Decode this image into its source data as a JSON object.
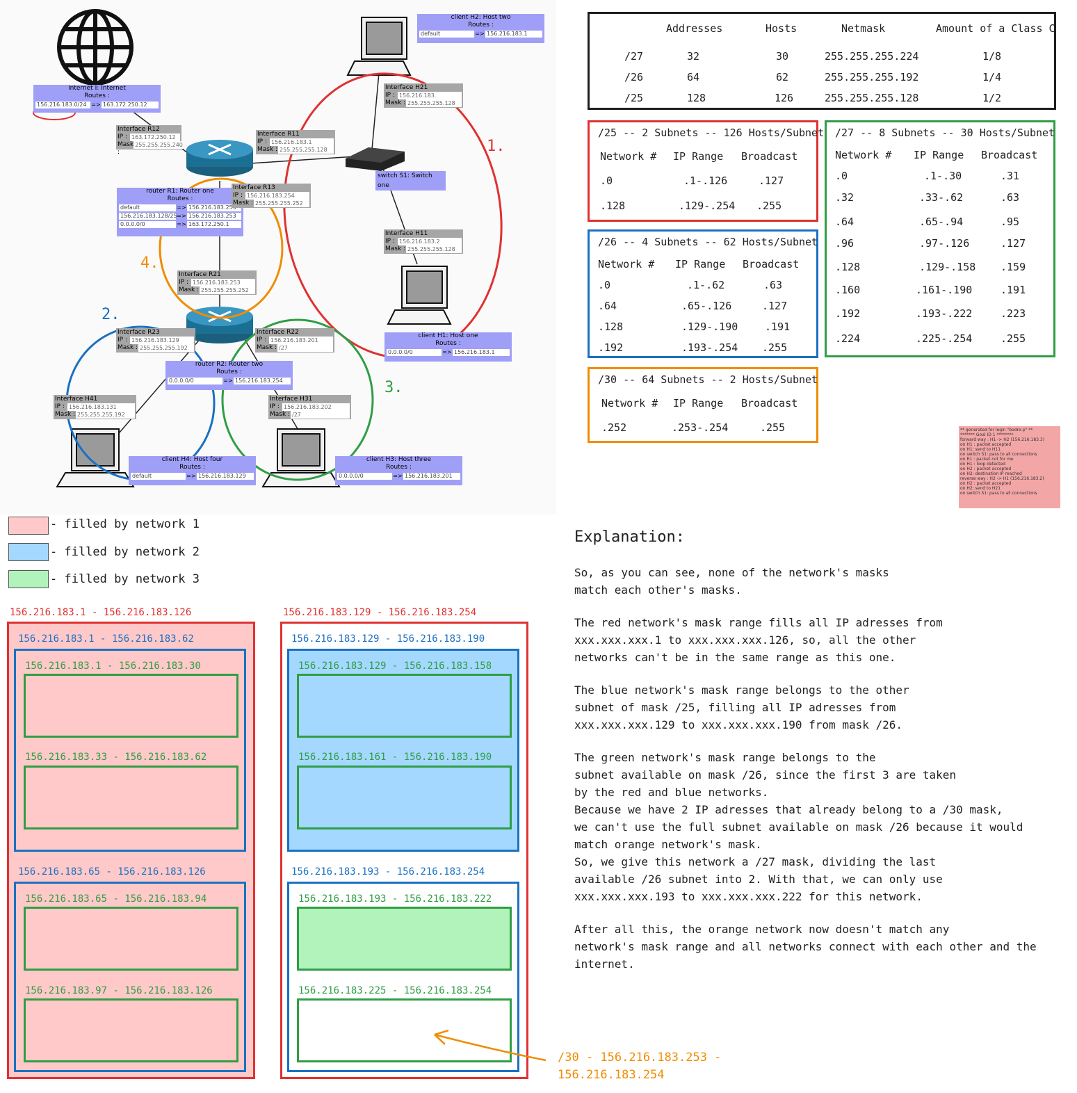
{
  "diagram": {
    "internet": {
      "title": "internet I: Internet",
      "routes_label": "Routes :",
      "route_dest": "156.216.183.0/24",
      "route_via": "163.172.250.12"
    },
    "h2": {
      "title": "client H2: Host two",
      "routes_label": "Routes :",
      "route_dest": "default",
      "route_via": "156.216.183.1"
    },
    "h1": {
      "title": "client H1: Host one",
      "routes_label": "Routes :",
      "route_dest": "0.0.0.0/0",
      "route_via": "156.216.183.1"
    },
    "h4": {
      "title": "client H4: Host four",
      "routes_label": "Routes :",
      "route_dest": "default",
      "route_via": "156.216.183.129"
    },
    "h3": {
      "title": "client H3: Host three",
      "routes_label": "Routes :",
      "route_dest": "0.0.0.0/0",
      "route_via": "156.216.183.201"
    },
    "r1": {
      "title": "router R1: Router one",
      "routes_label": "Routes :",
      "routes": [
        {
          "dest": "default",
          "via": "156.216.183.253"
        },
        {
          "dest": "156.216.183.128/25",
          "via": "156.216.183.253"
        },
        {
          "dest": "0.0.0.0/0",
          "via": "163.172.250.1"
        }
      ]
    },
    "r2": {
      "title": "router R2: Router two",
      "routes_label": "Routes :",
      "route_dest": "0.0.0.0/0",
      "route_via": "156.216.183.254"
    },
    "switch": "switch S1: Switch one",
    "ifaces": {
      "r12": {
        "name": "Interface R12",
        "ip": "163.172.250.12",
        "mask": "255.255.255.240"
      },
      "r11": {
        "name": "Interface R11",
        "ip": "156.216.183.1",
        "mask": "255.255.255.128"
      },
      "r13": {
        "name": "Interface R13",
        "ip": "156.216.183.254",
        "mask": "255.255.255.252"
      },
      "h21": {
        "name": "Interface H21",
        "ip": "156.216.183.",
        "mask": "255.255.255.128"
      },
      "h11": {
        "name": "Interface H11",
        "ip": "156.216.183.2",
        "mask": "255.255.255.128"
      },
      "r21": {
        "name": "Interface R21",
        "ip": "156.216.183.253",
        "mask": "255.255.255.252"
      },
      "r23": {
        "name": "Interface R23",
        "ip": "156.216.183.129",
        "mask": "255.255.255.192"
      },
      "r22": {
        "name": "Interface R22",
        "ip": "156.216.183.201",
        "mask": "/27"
      },
      "h41": {
        "name": "Interface H41",
        "ip": "156.216.183.131",
        "mask": "255.255.255.192"
      },
      "h31": {
        "name": "Interface H31",
        "ip": "156.216.183.202",
        "mask": "/27"
      }
    },
    "ip_label": "IP :",
    "mask_label": "Mask :",
    "circle_labels": [
      "1.",
      "2.",
      "3.",
      "4."
    ]
  },
  "mask_table": {
    "headers": [
      "Addresses",
      "Hosts",
      "Netmask",
      "Amount of a Class C"
    ],
    "rows": [
      [
        "/27",
        "32",
        "30",
        "255.255.255.224",
        "1/8"
      ],
      [
        "/26",
        "64",
        "62",
        "255.255.255.192",
        "1/4"
      ],
      [
        "/25",
        "128",
        "126",
        "255.255.255.128",
        "1/2"
      ]
    ]
  },
  "subnet_tables": {
    "t25": {
      "title": "/25 -- 2 Subnets -- 126 Hosts/Subnet",
      "cols": [
        "Network #",
        "IP Range",
        "Broadcast"
      ],
      "rows": [
        [
          ".0",
          ".1-.126",
          ".127"
        ],
        [
          ".128",
          ".129-.254",
          ".255"
        ]
      ]
    },
    "t26": {
      "title": "/26 -- 4 Subnets -- 62 Hosts/Subnet",
      "cols": [
        "Network #",
        "IP Range",
        "Broadcast"
      ],
      "rows": [
        [
          ".0",
          ".1-.62",
          ".63"
        ],
        [
          ".64",
          ".65-.126",
          ".127"
        ],
        [
          ".128",
          ".129-.190",
          ".191"
        ],
        [
          ".192",
          ".193-.254",
          ".255"
        ]
      ]
    },
    "t30": {
      "title": "/30 -- 64 Subnets -- 2 Hosts/Subnet",
      "cols": [
        "Network #",
        "IP Range",
        "Broadcast"
      ],
      "rows": [
        [
          ".252",
          ".253-.254",
          ".255"
        ]
      ]
    },
    "t27": {
      "title": "/27 -- 8 Subnets -- 30 Hosts/Subnet",
      "cols": [
        "Network #",
        "IP Range",
        "Broadcast"
      ],
      "rows": [
        [
          ".0",
          ".1-.30",
          ".31"
        ],
        [
          ".32",
          ".33-.62",
          ".63"
        ],
        [
          ".64",
          ".65-.94",
          ".95"
        ],
        [
          ".96",
          ".97-.126",
          ".127"
        ],
        [
          ".128",
          ".129-.158",
          ".159"
        ],
        [
          ".160",
          ".161-.190",
          ".191"
        ],
        [
          ".192",
          ".193-.222",
          ".223"
        ],
        [
          ".224",
          ".225-.254",
          ".255"
        ]
      ]
    }
  },
  "log": {
    "lines": [
      "** generated for login \"bodre-p\" **",
      "******* Goal ID 1 ********",
      "forward way : H1 -> H2 (156.216.183.3)",
      "on H1 : packet accepted",
      "on H1: send to H11",
      "on switch S1: pass to all connections",
      "on R1 : packet not for me",
      "on H1 : loop detected",
      "on H2 : packet accepted",
      "on H2: destination IP reached",
      "reverse way : H2 -> H1 (156.216.183.2)",
      "on H2 : packet accepted",
      "on H2: send to H21",
      "on switch S1: pass to all connections"
    ]
  },
  "legend": [
    {
      "color": "#ffc9c9",
      "text": "- filled by network 1"
    },
    {
      "color": "#a5d8ff",
      "text": "- filled by network 2"
    },
    {
      "color": "#b2f2bb",
      "text": "- filled by network 3"
    }
  ],
  "colors": {
    "red": "#e03131",
    "blue": "#1971c2",
    "green": "#2f9e44",
    "orange": "#f08c00",
    "black": "#1e1e1e"
  },
  "layout_labels": {
    "left_outer": "156.216.183.1 - 156.216.183.126",
    "left_blue1": "156.216.183.1 - 156.216.183.62",
    "left_g1": "156.216.183.1 - 156.216.183.30",
    "left_g2": "156.216.183.33 - 156.216.183.62",
    "left_blue2": "156.216.183.65 - 156.216.183.126",
    "left_g3": "156.216.183.65 - 156.216.183.94",
    "left_g4": "156.216.183.97 - 156.216.183.126",
    "right_outer": "156.216.183.129 - 156.216.183.254",
    "right_blue1": "156.216.183.129 - 156.216.183.190",
    "right_g1": "156.216.183.129 - 156.216.183.158",
    "right_g2": "156.216.183.161 - 156.216.183.190",
    "right_blue2": "156.216.183.193 - 156.216.183.254",
    "right_g3": "156.216.183.193 - 156.216.183.222",
    "right_g4": "156.216.183.225 - 156.216.183.254",
    "arrow_note": "/30 - 156.216.183.253 -\n156.216.183.254"
  },
  "explanation": {
    "title": "Explanation:",
    "paragraphs": [
      "So, as you can see, none of the network's masks\nmatch each other's masks.",
      "The red network's mask range fills all IP adresses from\nxxx.xxx.xxx.1 to xxx.xxx.xxx.126, so, all the other\nnetworks can't be in the same range as this one.",
      "The blue network's mask range belongs to the other\nsubnet of mask /25, filling all IP adresses from\nxxx.xxx.xxx.129 to xxx.xxx.xxx.190 from mask /26.",
      "The green network's mask range belongs to the\nsubnet available on mask /26, since the first 3 are taken\nby the red and blue networks.\nBecause we have 2 IP adresses that already belong to a /30 mask,\nwe can't use the full subnet available on mask /26 because it would\nmatch orange network's mask.\nSo, we give this network a /27 mask, dividing the last\navailable /26 subnet into 2. With that, we can only use\nxxx.xxx.xxx.193 to xxx.xxx.xxx.222 for this network.",
      "After all this, the orange network now doesn't match any\nnetwork's mask range and all networks connect with each other and the\ninternet."
    ]
  }
}
